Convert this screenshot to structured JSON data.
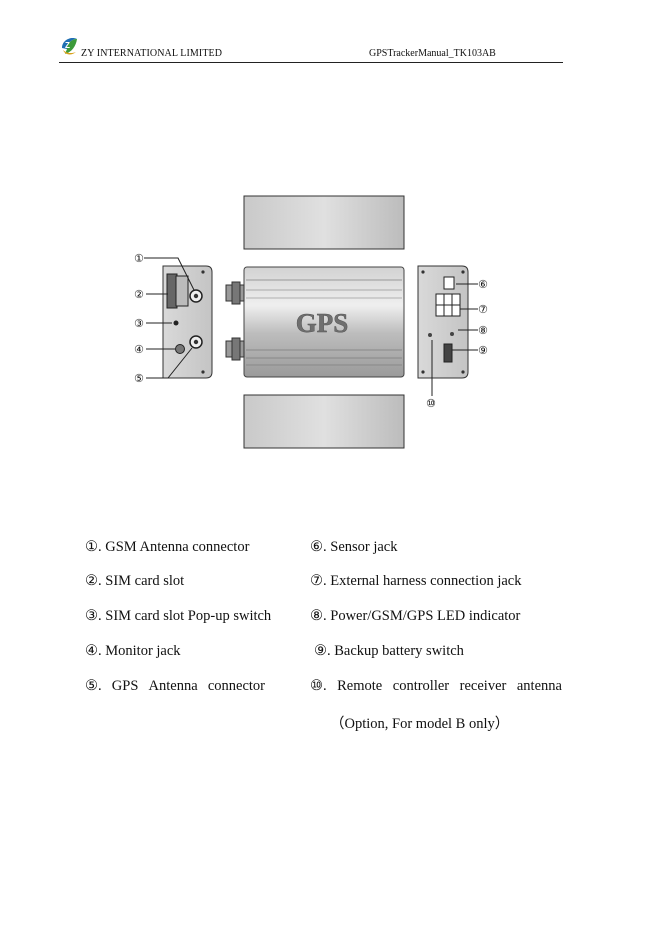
{
  "header": {
    "company": "ZY INTERNATIONAL LIMITED",
    "document": "GPSTrackerManual_TK103AB"
  },
  "figure": {
    "device_label": "GPS",
    "callouts": [
      "①",
      "②",
      "③",
      "④",
      "⑤",
      "⑥",
      "⑦",
      "⑧",
      "⑨",
      "⑩"
    ]
  },
  "legend": {
    "left": [
      {
        "num": "①",
        "text": ". GSM Antenna connector"
      },
      {
        "num": "②",
        "text": ". SIM card slot"
      },
      {
        "num": "③",
        "text": ". SIM card slot Pop-up switch"
      },
      {
        "num": "④",
        "text": ". Monitor jack"
      },
      {
        "num": "⑤",
        "words": [
          ".",
          "GPS",
          "Antenna",
          "connector"
        ]
      }
    ],
    "right": [
      {
        "num": "⑥",
        "text": ". Sensor jack"
      },
      {
        "num": "⑦",
        "text": ". External harness connection jack"
      },
      {
        "num": "⑧",
        "text": ". Power/GSM/GPS LED indicator"
      },
      {
        "num": "⑨",
        "text": ". Backup battery switch"
      },
      {
        "num": "⑩",
        "words": [
          ".",
          "Remote",
          "controller",
          "receiver",
          "antenna"
        ]
      }
    ],
    "note": "（Option, For model B only）"
  }
}
